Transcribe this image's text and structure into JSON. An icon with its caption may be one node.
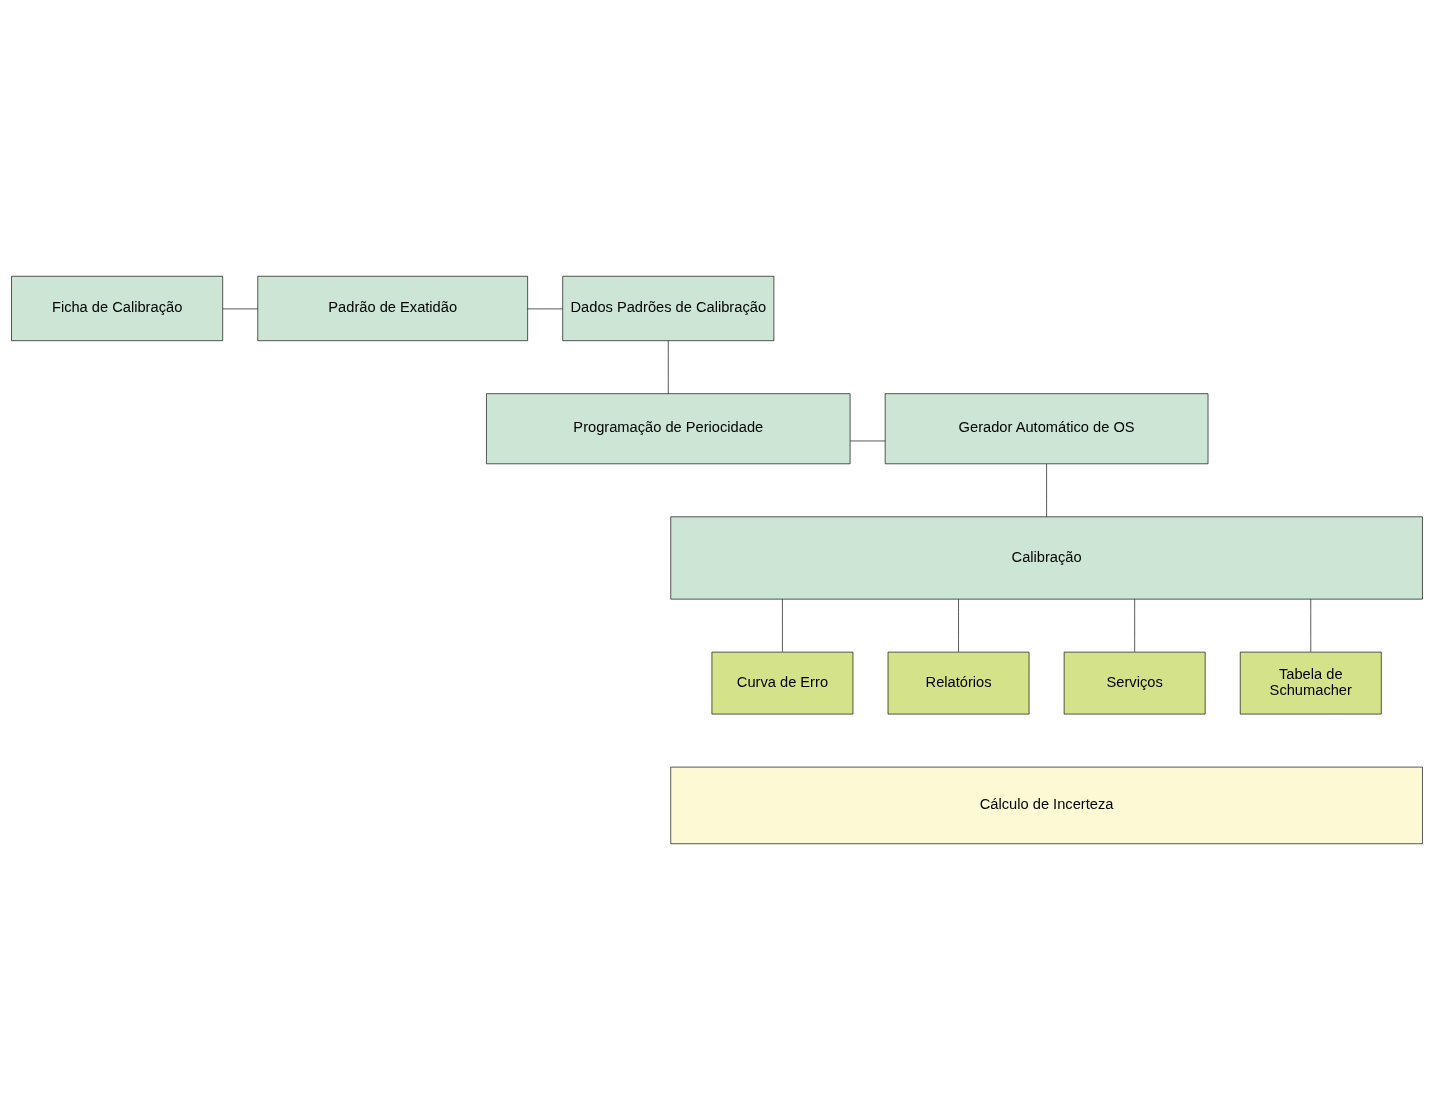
{
  "diagram": {
    "nodes": [
      {
        "text": [
          "Ficha de Calibração"
        ]
      },
      {
        "text": [
          "Padrão de Exatidão"
        ]
      },
      {
        "text": [
          "Dados Padrões de Calibração"
        ]
      },
      {
        "text": [
          "Gerador Automático de OS"
        ]
      },
      {
        "text": [
          "Programação de Periocidade"
        ]
      },
      {
        "text": [
          "Calibração"
        ]
      },
      {
        "text": [
          "Curva de Erro"
        ]
      },
      {
        "text": [
          "Relatórios"
        ]
      },
      {
        "text": [
          "Serviços"
        ]
      },
      {
        "text": [
          "Tabela de Schumacher"
        ]
      },
      {
        "text": [
          "Cálculo de Incerteza"
        ]
      }
    ],
    "edges": [
      {
        "from": 0,
        "to": 1,
        "arrow": "none"
      },
      {
        "from": 1,
        "to": 2,
        "arrow": "none"
      },
      {
        "from": 2,
        "to": 4,
        "arrow": "none"
      },
      {
        "from": 4,
        "to": 3,
        "arrow": "none"
      },
      {
        "from": 3,
        "to": 5,
        "arrow": "none"
      },
      {
        "from": 5,
        "to": 6,
        "arrow": "none"
      },
      {
        "from": 5,
        "to": 7,
        "arrow": "none"
      },
      {
        "from": 5,
        "to": 8,
        "arrow": "none"
      },
      {
        "from": 5,
        "to": 9,
        "arrow": "none"
      }
    ]
  }
}
